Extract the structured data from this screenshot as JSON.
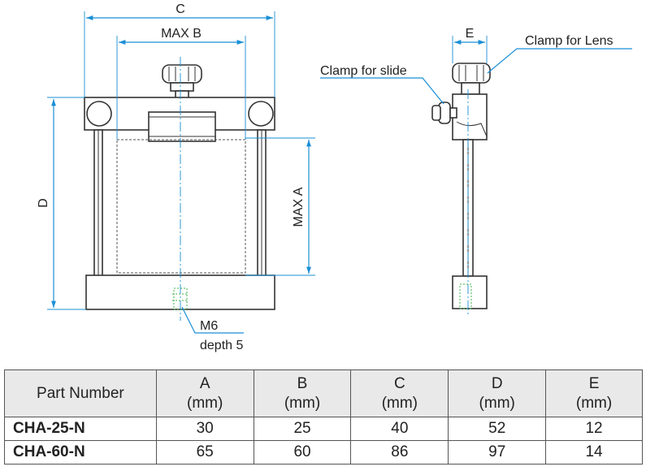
{
  "drawing": {
    "labels": {
      "c": "C",
      "max_b": "MAX B",
      "d": "D",
      "max_a": "MAX A",
      "e": "E",
      "clamp_lens": "Clamp for Lens",
      "clamp_slide": "Clamp for slide",
      "m6": "M6",
      "depth": "depth 5"
    },
    "colors": {
      "dimension": "#1a8fd6",
      "hidden_thread": "#3fb54a",
      "outline": "#333333"
    }
  },
  "table": {
    "headers": [
      {
        "line1": "Part Number",
        "line2": ""
      },
      {
        "line1": "A",
        "line2": "(mm)"
      },
      {
        "line1": "B",
        "line2": "(mm)"
      },
      {
        "line1": "C",
        "line2": "(mm)"
      },
      {
        "line1": "D",
        "line2": "(mm)"
      },
      {
        "line1": "E",
        "line2": "(mm)"
      }
    ],
    "rows": [
      [
        "CHA-25-N",
        "30",
        "25",
        "40",
        "52",
        "12"
      ],
      [
        "CHA-60-N",
        "65",
        "60",
        "86",
        "97",
        "14"
      ]
    ]
  }
}
